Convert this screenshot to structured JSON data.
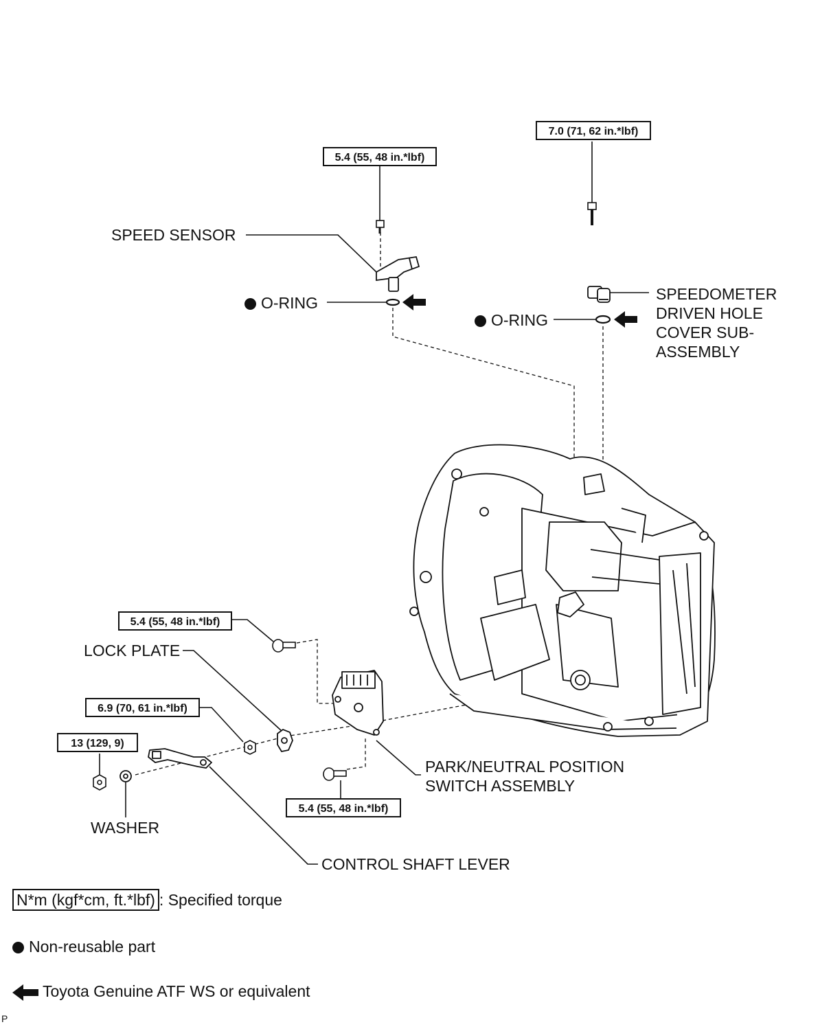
{
  "labels": {
    "speed_sensor": "SPEED SENSOR",
    "oring_left": "O-RING",
    "oring_right": "O-RING",
    "speedometer_cover": [
      "SPEEDOMETER",
      "DRIVEN HOLE",
      "COVER SUB-",
      "ASSEMBLY"
    ],
    "lock_plate": "LOCK PLATE",
    "park_neutral_switch": [
      "PARK/NEUTRAL POSITION",
      "SWITCH ASSEMBLY"
    ],
    "washer": "WASHER",
    "control_shaft_lever": "CONTROL SHAFT LEVER"
  },
  "torques": {
    "speed_sensor_bolt": "5.4 (55, 48 in.*lbf)",
    "speedometer_cover_bolt": "7.0 (71, 62 in.*lbf)",
    "switch_upper_bolt": "5.4 (55, 48 in.*lbf)",
    "switch_nut": "6.9 (70, 61 in.*lbf)",
    "lever_nut": "13 (129, 9)",
    "switch_lower_bolt": "5.4 (55, 48 in.*lbf)"
  },
  "legend": {
    "torque_box": "N*m (kgf*cm, ft.*lbf)",
    "torque_text": ": Specified torque",
    "non_reusable": "Non-reusable part",
    "atf": "Toyota Genuine ATF WS or equivalent"
  },
  "corner_mark": "P"
}
